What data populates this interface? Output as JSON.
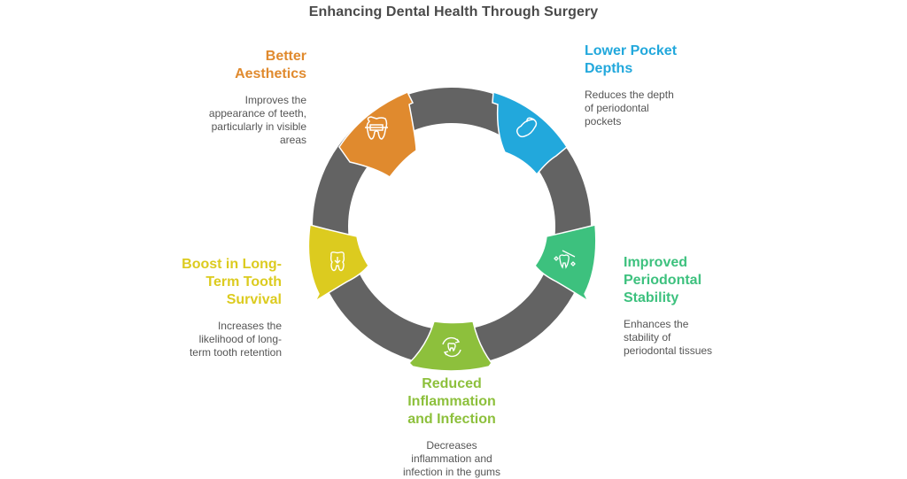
{
  "title": "Enhancing Dental Health Through Surgery",
  "colors": {
    "ring": "#636363",
    "aesthetics": "#E08A2E",
    "pocket": "#22A8DC",
    "stability": "#3DC17E",
    "inflammation": "#8DC03C",
    "survival": "#DCCB1F",
    "text": "#555555"
  },
  "items": [
    {
      "id": "aesthetics",
      "title": "Better Aesthetics",
      "title_lines": [
        "Better",
        "Aesthetics"
      ],
      "description_lines": [
        "Improves the",
        "appearance of teeth,",
        "particularly in visible",
        "areas"
      ],
      "icon": "tooth-braces-icon"
    },
    {
      "id": "pocket",
      "title": "Lower Pocket Depths",
      "title_lines": [
        "Lower Pocket",
        "Depths"
      ],
      "description_lines": [
        "Reduces the depth",
        "of periodontal",
        "pockets"
      ],
      "icon": "gum-tooth-icon"
    },
    {
      "id": "stability",
      "title": "Improved Periodontal Stability",
      "title_lines": [
        "Improved",
        "Periodontal",
        "Stability"
      ],
      "description_lines": [
        "Enhances the",
        "stability of",
        "periodontal tissues"
      ],
      "icon": "tooth-toothbrush-sparkle-icon"
    },
    {
      "id": "inflammation",
      "title": "Reduced Inflammation and Infection",
      "title_lines": [
        "Reduced",
        "Inflammation",
        "and Infection"
      ],
      "description_lines": [
        "Decreases",
        "inflammation and",
        "infection in the gums"
      ],
      "icon": "tooth-cycle-arrows-icon"
    },
    {
      "id": "survival",
      "title": "Boost in Long-Term Tooth Survival",
      "title_lines": [
        "Boost in Long-",
        "Term Tooth",
        "Survival"
      ],
      "description_lines": [
        "Increases the",
        "likelihood of long-",
        "term tooth retention"
      ],
      "icon": "tooth-down-arrow-icon"
    }
  ]
}
